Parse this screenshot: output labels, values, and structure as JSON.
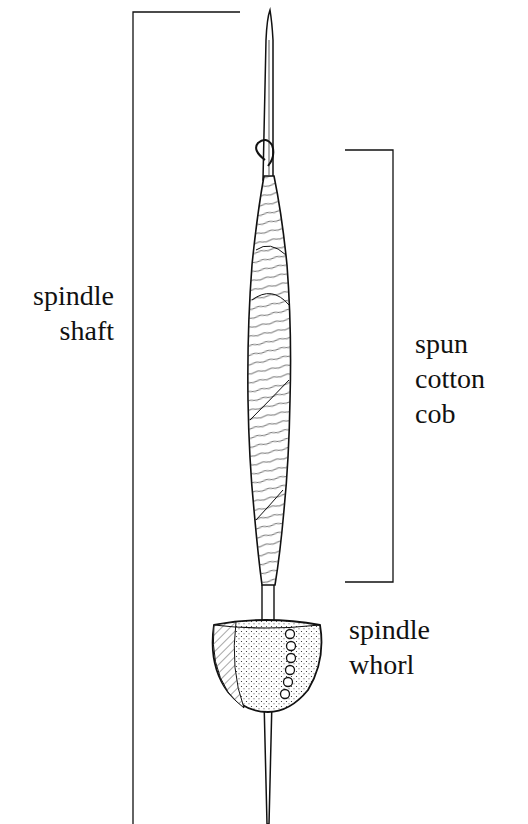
{
  "diagram": {
    "labels": [
      "spindle shaft",
      "spun cotton cob",
      "spindle whorl"
    ]
  }
}
